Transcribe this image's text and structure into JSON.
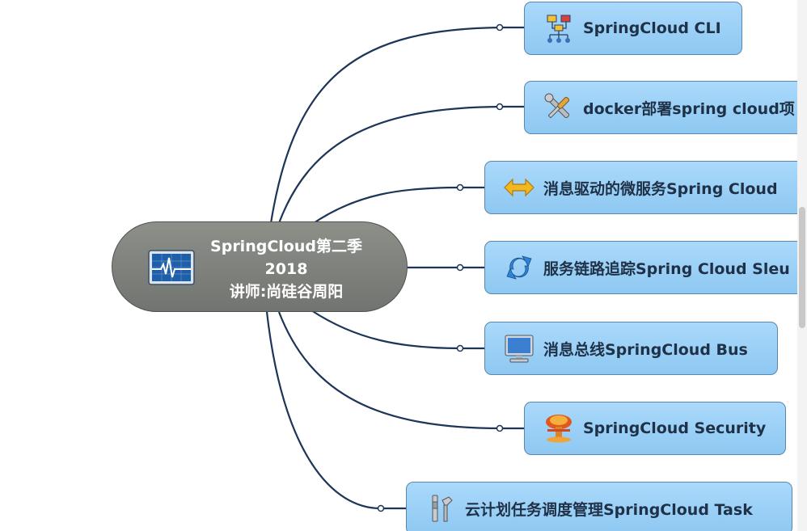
{
  "central": {
    "line1": "SpringCloud第二季",
    "line2": "2018",
    "line3": "讲师:尚硅谷周阳"
  },
  "topics": [
    {
      "label": "SpringCloud CLI",
      "icon": "org-chart-icon"
    },
    {
      "label": "docker部署spring cloud项",
      "icon": "tools-icon"
    },
    {
      "label": "消息驱动的微服务Spring Cloud",
      "icon": "double-arrow-icon"
    },
    {
      "label": "服务链路追踪Spring Cloud Sleu",
      "icon": "refresh-icon"
    },
    {
      "label": "消息总线SpringCloud Bus",
      "icon": "monitor-icon"
    },
    {
      "label": "SpringCloud Security",
      "icon": "explosion-icon"
    },
    {
      "label": "云计划任务调度管理SpringCloud Task",
      "icon": "task-tools-icon"
    }
  ],
  "colors": {
    "topic_fill": "#9fd2f8",
    "topic_border": "#5a87ad",
    "central_fill": "#7f827d",
    "link": "#1d3557"
  }
}
